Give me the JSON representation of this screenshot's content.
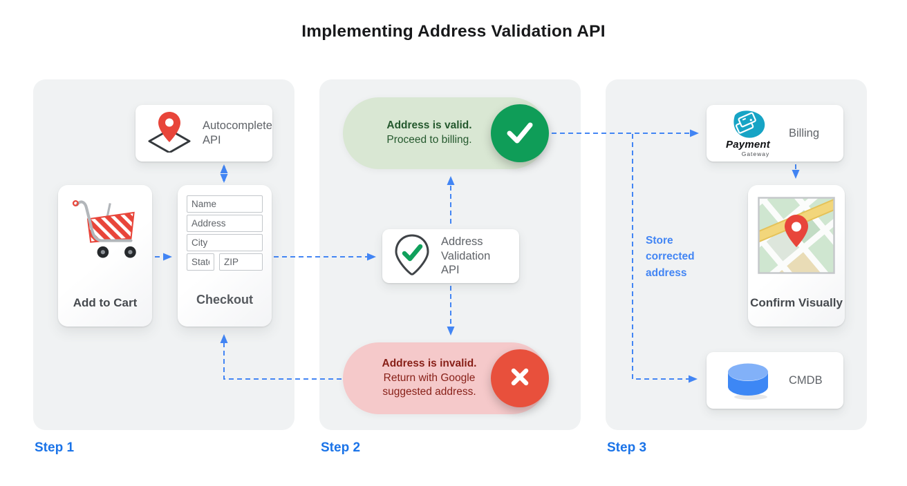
{
  "title": "Implementing Address Validation API",
  "steps": {
    "step1_label": "Step 1",
    "step2_label": "Step 2",
    "step3_label": "Step 3"
  },
  "step1": {
    "autocomplete_api": {
      "label": "Autocomplete API"
    },
    "add_to_cart": {
      "label": "Add to Cart"
    },
    "checkout": {
      "label": "Checkout",
      "fields": {
        "name": "Name",
        "address": "Address",
        "city": "City",
        "state": "State",
        "zip": "ZIP"
      }
    }
  },
  "step2": {
    "address_valid": {
      "title": "Address is valid.",
      "subtitle": "Proceed to billing."
    },
    "validation_api": {
      "label": "Address Validation API"
    },
    "address_invalid": {
      "title": "Address is invalid.",
      "subtitle": "Return with Google suggested address."
    }
  },
  "step3": {
    "billing": {
      "label": "Billing",
      "logo_title": "Payment",
      "logo_subtitle": "Gateway"
    },
    "confirm_visually": {
      "label": "Confirm Visually"
    },
    "cmdb": {
      "label": "CMDB"
    },
    "note": "Store corrected address"
  },
  "colors": {
    "arrow_blue": "#4285f4",
    "step_label_blue": "#1a73e8",
    "valid_green": "#0f9d58",
    "valid_pill_bg": "#d9e7d3",
    "valid_text": "#24582d",
    "invalid_red": "#e8503c",
    "invalid_pill_bg": "#f5c9ca",
    "invalid_text": "#871f17",
    "panel_bg": "#f0f2f3",
    "card_label_gray": "#5f6368"
  }
}
